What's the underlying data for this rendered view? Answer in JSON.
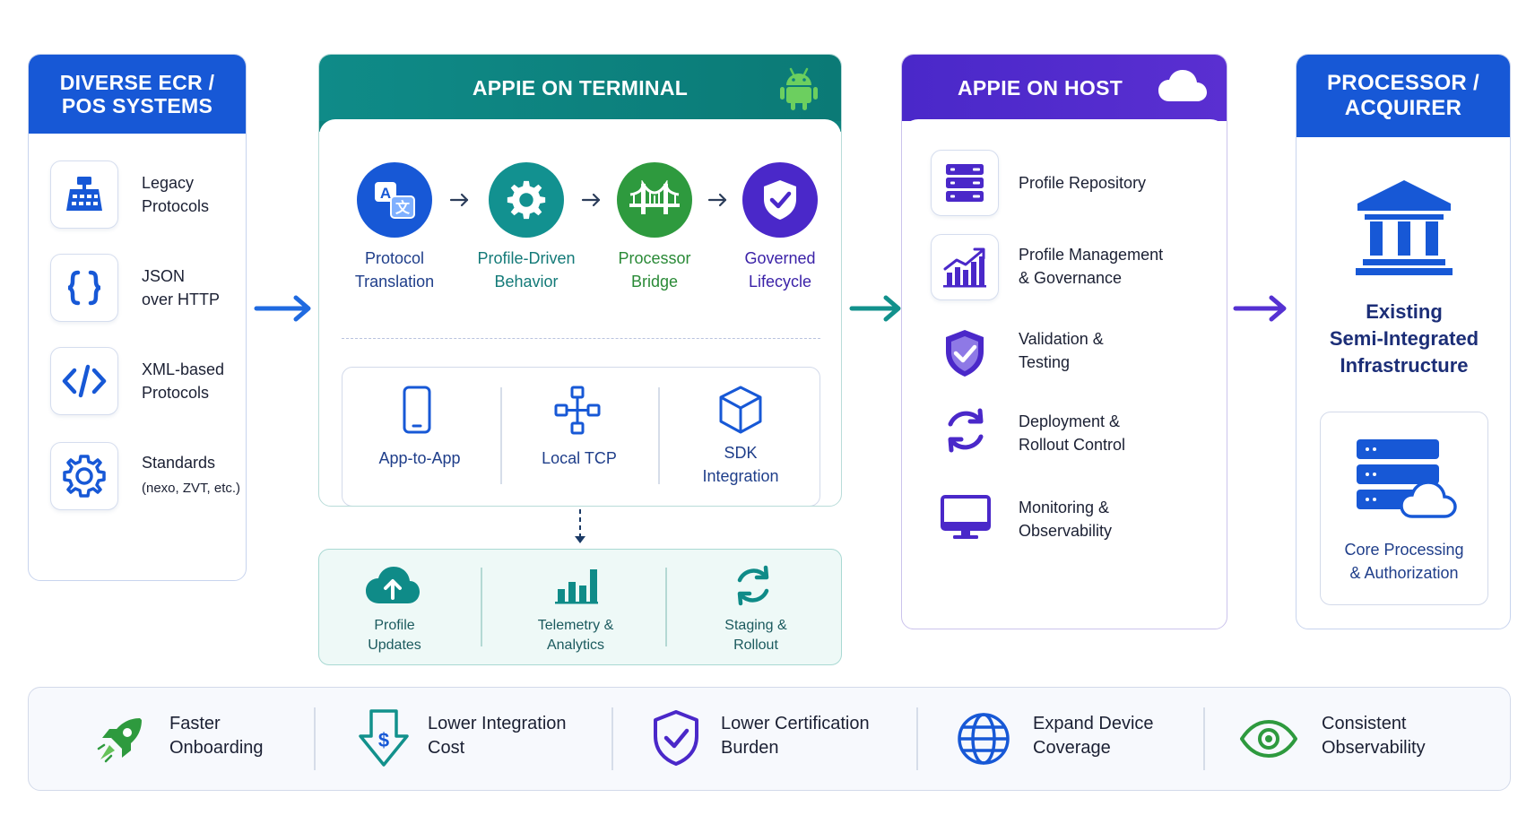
{
  "ecr_panel": {
    "title_line1": "DIVERSE ECR /",
    "title_line2": "POS SYSTEMS",
    "items": [
      {
        "line1": "Legacy",
        "line2": "Protocols",
        "icon": "cash-register-icon"
      },
      {
        "line1": "JSON",
        "line2": "over HTTP",
        "icon": "curly-braces-icon"
      },
      {
        "line1": "XML-based",
        "line2": "Protocols",
        "icon": "code-brackets-icon"
      },
      {
        "line1": "Standards",
        "line2": "(nexo, ZVT, etc.)",
        "icon": "gear-icon"
      }
    ]
  },
  "terminal_panel": {
    "title": "APPIE ON TERMINAL",
    "steps": [
      {
        "line1": "Protocol",
        "line2": "Translation",
        "icon": "translate-icon"
      },
      {
        "line1": "Profile-Driven",
        "line2": "Behavior",
        "icon": "gear-icon"
      },
      {
        "line1": "Processor",
        "line2": "Bridge",
        "icon": "bridge-icon"
      },
      {
        "line1": "Governed",
        "line2": "Lifecycle",
        "icon": "shield-check-icon"
      }
    ],
    "connections": [
      {
        "line1": "App-to-App",
        "line2": "",
        "icon": "smartphone-icon"
      },
      {
        "line1": "Local TCP",
        "line2": "",
        "icon": "network-nodes-icon"
      },
      {
        "line1": "SDK",
        "line2": "Integration",
        "icon": "cube-icon"
      }
    ],
    "services": [
      {
        "line1": "Profile",
        "line2": "Updates",
        "icon": "cloud-upload-icon"
      },
      {
        "line1": "Telemetry &",
        "line2": "Analytics",
        "icon": "bar-chart-icon"
      },
      {
        "line1": "Staging &",
        "line2": "Rollout",
        "icon": "refresh-icon"
      }
    ]
  },
  "host_panel": {
    "title": "APPIE ON HOST",
    "items": [
      {
        "line1": "Profile Repository",
        "line2": "",
        "icon": "server-icon"
      },
      {
        "line1": "Profile Management",
        "line2": "& Governance",
        "icon": "growth-chart-icon"
      },
      {
        "line1": "Validation &",
        "line2": "Testing",
        "icon": "shield-check-icon"
      },
      {
        "line1": "Deployment &",
        "line2": "Rollout Control",
        "icon": "sync-icon"
      },
      {
        "line1": "Monitoring &",
        "line2": "Observability",
        "icon": "monitor-icon"
      }
    ]
  },
  "processor_panel": {
    "title_line1": "PROCESSOR /",
    "title_line2": "ACQUIRER",
    "infra_line1": "Existing",
    "infra_line2": "Semi-Integrated",
    "infra_line3": "Infrastructure",
    "core_line1": "Core Processing",
    "core_line2": "& Authorization"
  },
  "benefits": [
    {
      "line1": "Faster",
      "line2": "Onboarding",
      "icon": "rocket-icon"
    },
    {
      "line1": "Lower Integration",
      "line2": "Cost",
      "icon": "dollar-down-icon"
    },
    {
      "line1": "Lower Certification",
      "line2": "Burden",
      "icon": "shield-check-icon"
    },
    {
      "line1": "Expand Device",
      "line2": "Coverage",
      "icon": "globe-icon"
    },
    {
      "line1": "Consistent",
      "line2": "Observability",
      "icon": "eye-icon"
    }
  ],
  "colors": {
    "blue": "#1758d6",
    "teal": "#0f8b88",
    "green": "#2e9a3e",
    "purple": "#4a28c9",
    "navy": "#1f3e8a"
  }
}
